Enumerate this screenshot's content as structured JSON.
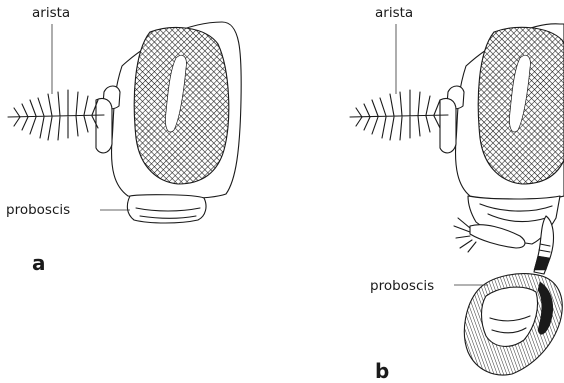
{
  "figure": {
    "panels": [
      {
        "id": "a",
        "letter": "a",
        "labels": {
          "arista": "arista",
          "proboscis": "proboscis"
        }
      },
      {
        "id": "b",
        "letter": "b",
        "labels": {
          "arista": "arista",
          "proboscis": "proboscis"
        }
      }
    ]
  },
  "colors": {
    "ink": "#1a1a1a",
    "background": "#ffffff"
  }
}
